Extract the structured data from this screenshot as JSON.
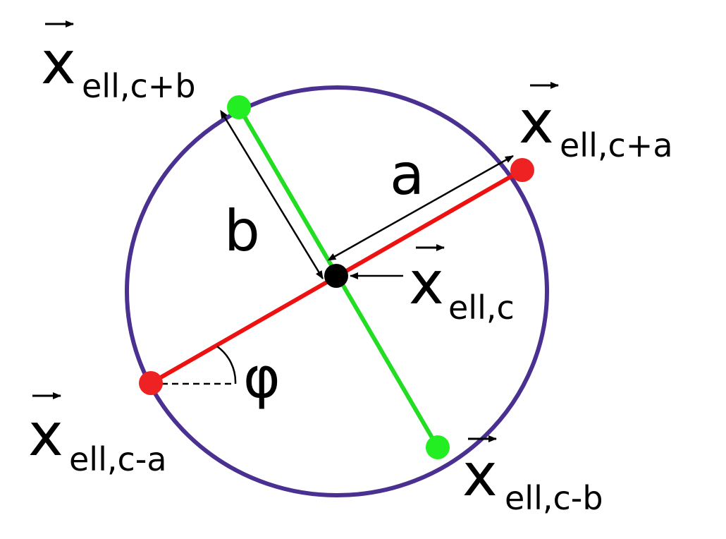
{
  "colors": {
    "background": "#ffffff",
    "ellipse": "#4a3090",
    "major_axis": "#ee1111",
    "minor_axis": "#22dd22",
    "major_point": "#ee2222",
    "minor_point": "#22ee22",
    "center_point": "#000000",
    "annotation": "#000000"
  },
  "icons": {
    "vector_arrow": "right-arrow-icon"
  },
  "labels": {
    "a": "a",
    "b": "b",
    "phi": "φ",
    "x_symbol": "x",
    "sub_c_plus_b": "ell,c+b",
    "sub_c_plus_a": "ell,c+a",
    "sub_c": "ell,c",
    "sub_c_minus_a": "ell,c-a",
    "sub_c_minus_b": "ell,c-b"
  }
}
